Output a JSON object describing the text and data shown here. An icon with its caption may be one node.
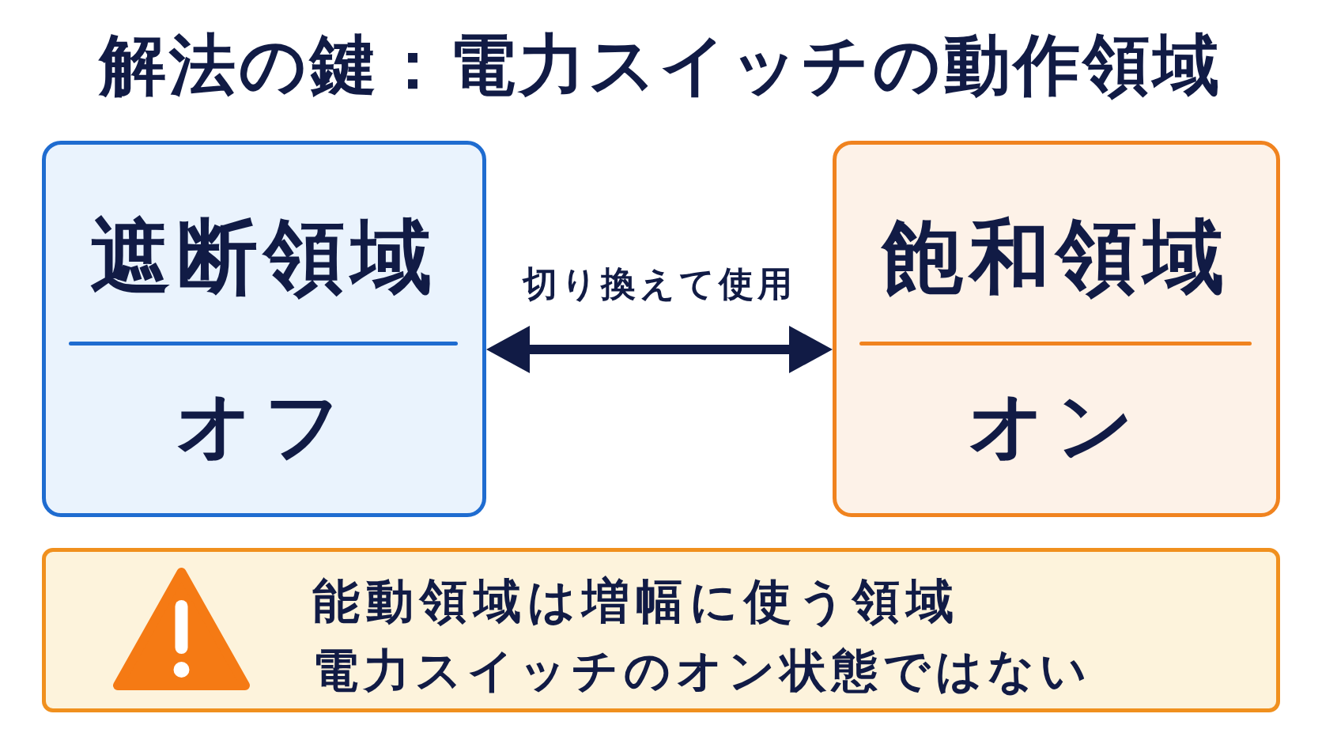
{
  "diagram": {
    "title": "解法の鍵：電力スイッチの動作領域",
    "nodes": [
      {
        "text": [
          "遮断領域",
          "オフ"
        ]
      },
      {
        "text": [
          "飽和領域",
          "オン"
        ]
      },
      {
        "text": [
          "能動領域は増幅に使う領域",
          "電力スイッチのオン状態ではない"
        ]
      }
    ],
    "edges": [
      {
        "from": 0,
        "to": 1,
        "arrow": "both",
        "label": "切り換えて使用"
      }
    ]
  }
}
